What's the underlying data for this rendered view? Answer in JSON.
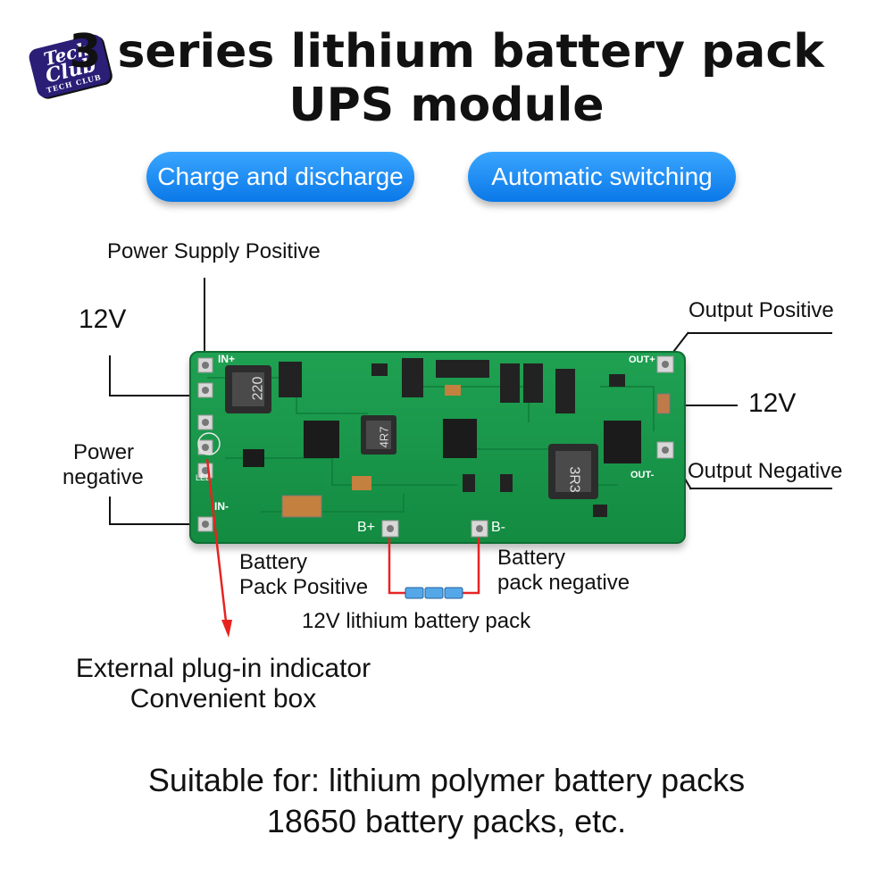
{
  "title": {
    "line1": "3 series lithium battery pack",
    "line2": "UPS module"
  },
  "logo": {
    "text1": "Tech",
    "text2": "Club",
    "text3": "TECH CLUB"
  },
  "badges": {
    "charge": "Charge and discharge",
    "switching": "Automatic switching"
  },
  "labels": {
    "power_supply_positive": "Power Supply Positive",
    "input_voltage": "12V",
    "power_negative_1": "Power",
    "power_negative_2": "negative",
    "output_positive": "Output Positive",
    "output_voltage": "12V",
    "output_negative": "Output Negative",
    "battery_positive_1": "Battery",
    "battery_positive_2": "Pack Positive",
    "battery_negative_1": "Battery",
    "battery_negative_2": "pack negative",
    "battery_pack": "12V lithium battery pack",
    "external_1": "External plug-in indicator",
    "external_2": "Convenient box"
  },
  "bottom": {
    "line1": "Suitable for: lithium polymer battery packs",
    "line2": "18650 battery packs, etc."
  },
  "board": {
    "silk": {
      "in_plus": "IN+",
      "in_minus": "IN-",
      "out_plus": "OUT+",
      "out_minus": "OUT-",
      "b_plus": "B+",
      "b_minus": "B-",
      "led": "LED",
      "inductor1": "220",
      "inductor2": "4R7",
      "inductor3": "3R3"
    },
    "colors": {
      "pcb": "#1a9a4c",
      "arrow": "#e8231f",
      "accent": "#0a78e8"
    }
  }
}
